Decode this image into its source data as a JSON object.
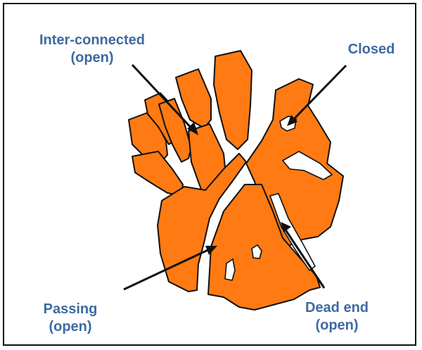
{
  "labels": {
    "interconnected": {
      "line1": "Inter-connected",
      "line2": "(open)"
    },
    "closed": {
      "line1": "Closed"
    },
    "passing": {
      "line1": "Passing",
      "line2": "(open)"
    },
    "dead_end": {
      "line1": "Dead end",
      "line2": "(open)"
    }
  },
  "colors": {
    "rock": "#ff7a12",
    "outline": "#111111",
    "label": "#3d6aa0",
    "background": "#ffffff"
  }
}
